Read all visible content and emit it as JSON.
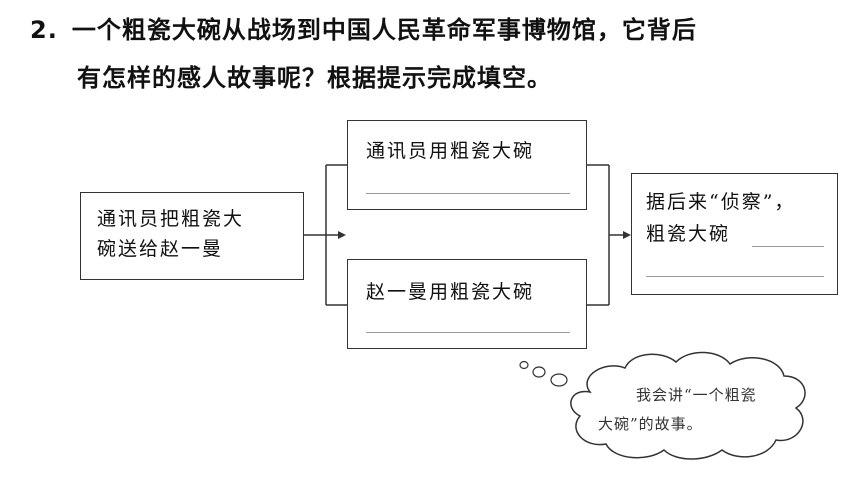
{
  "question": {
    "number": "2.",
    "line1": "一个粗瓷大碗从战场到中国人民革命军事博物馆，它背后",
    "line2": "有怎样的感人故事呢？根据提示完成填空。"
  },
  "diagram": {
    "left_box": {
      "line1": "通讯员把粗瓷大",
      "line2": "碗送给赵一曼"
    },
    "top_box": {
      "prompt": "通讯员用粗瓷大碗"
    },
    "bottom_box": {
      "prompt": "赵一曼用粗瓷大碗"
    },
    "right_box": {
      "line1": "据后来“侦察”，",
      "line2": "粗瓷大碗"
    }
  },
  "thought_cloud": {
    "line1": "我会讲“一个粗瓷",
    "line2": "大碗”的故事。"
  }
}
